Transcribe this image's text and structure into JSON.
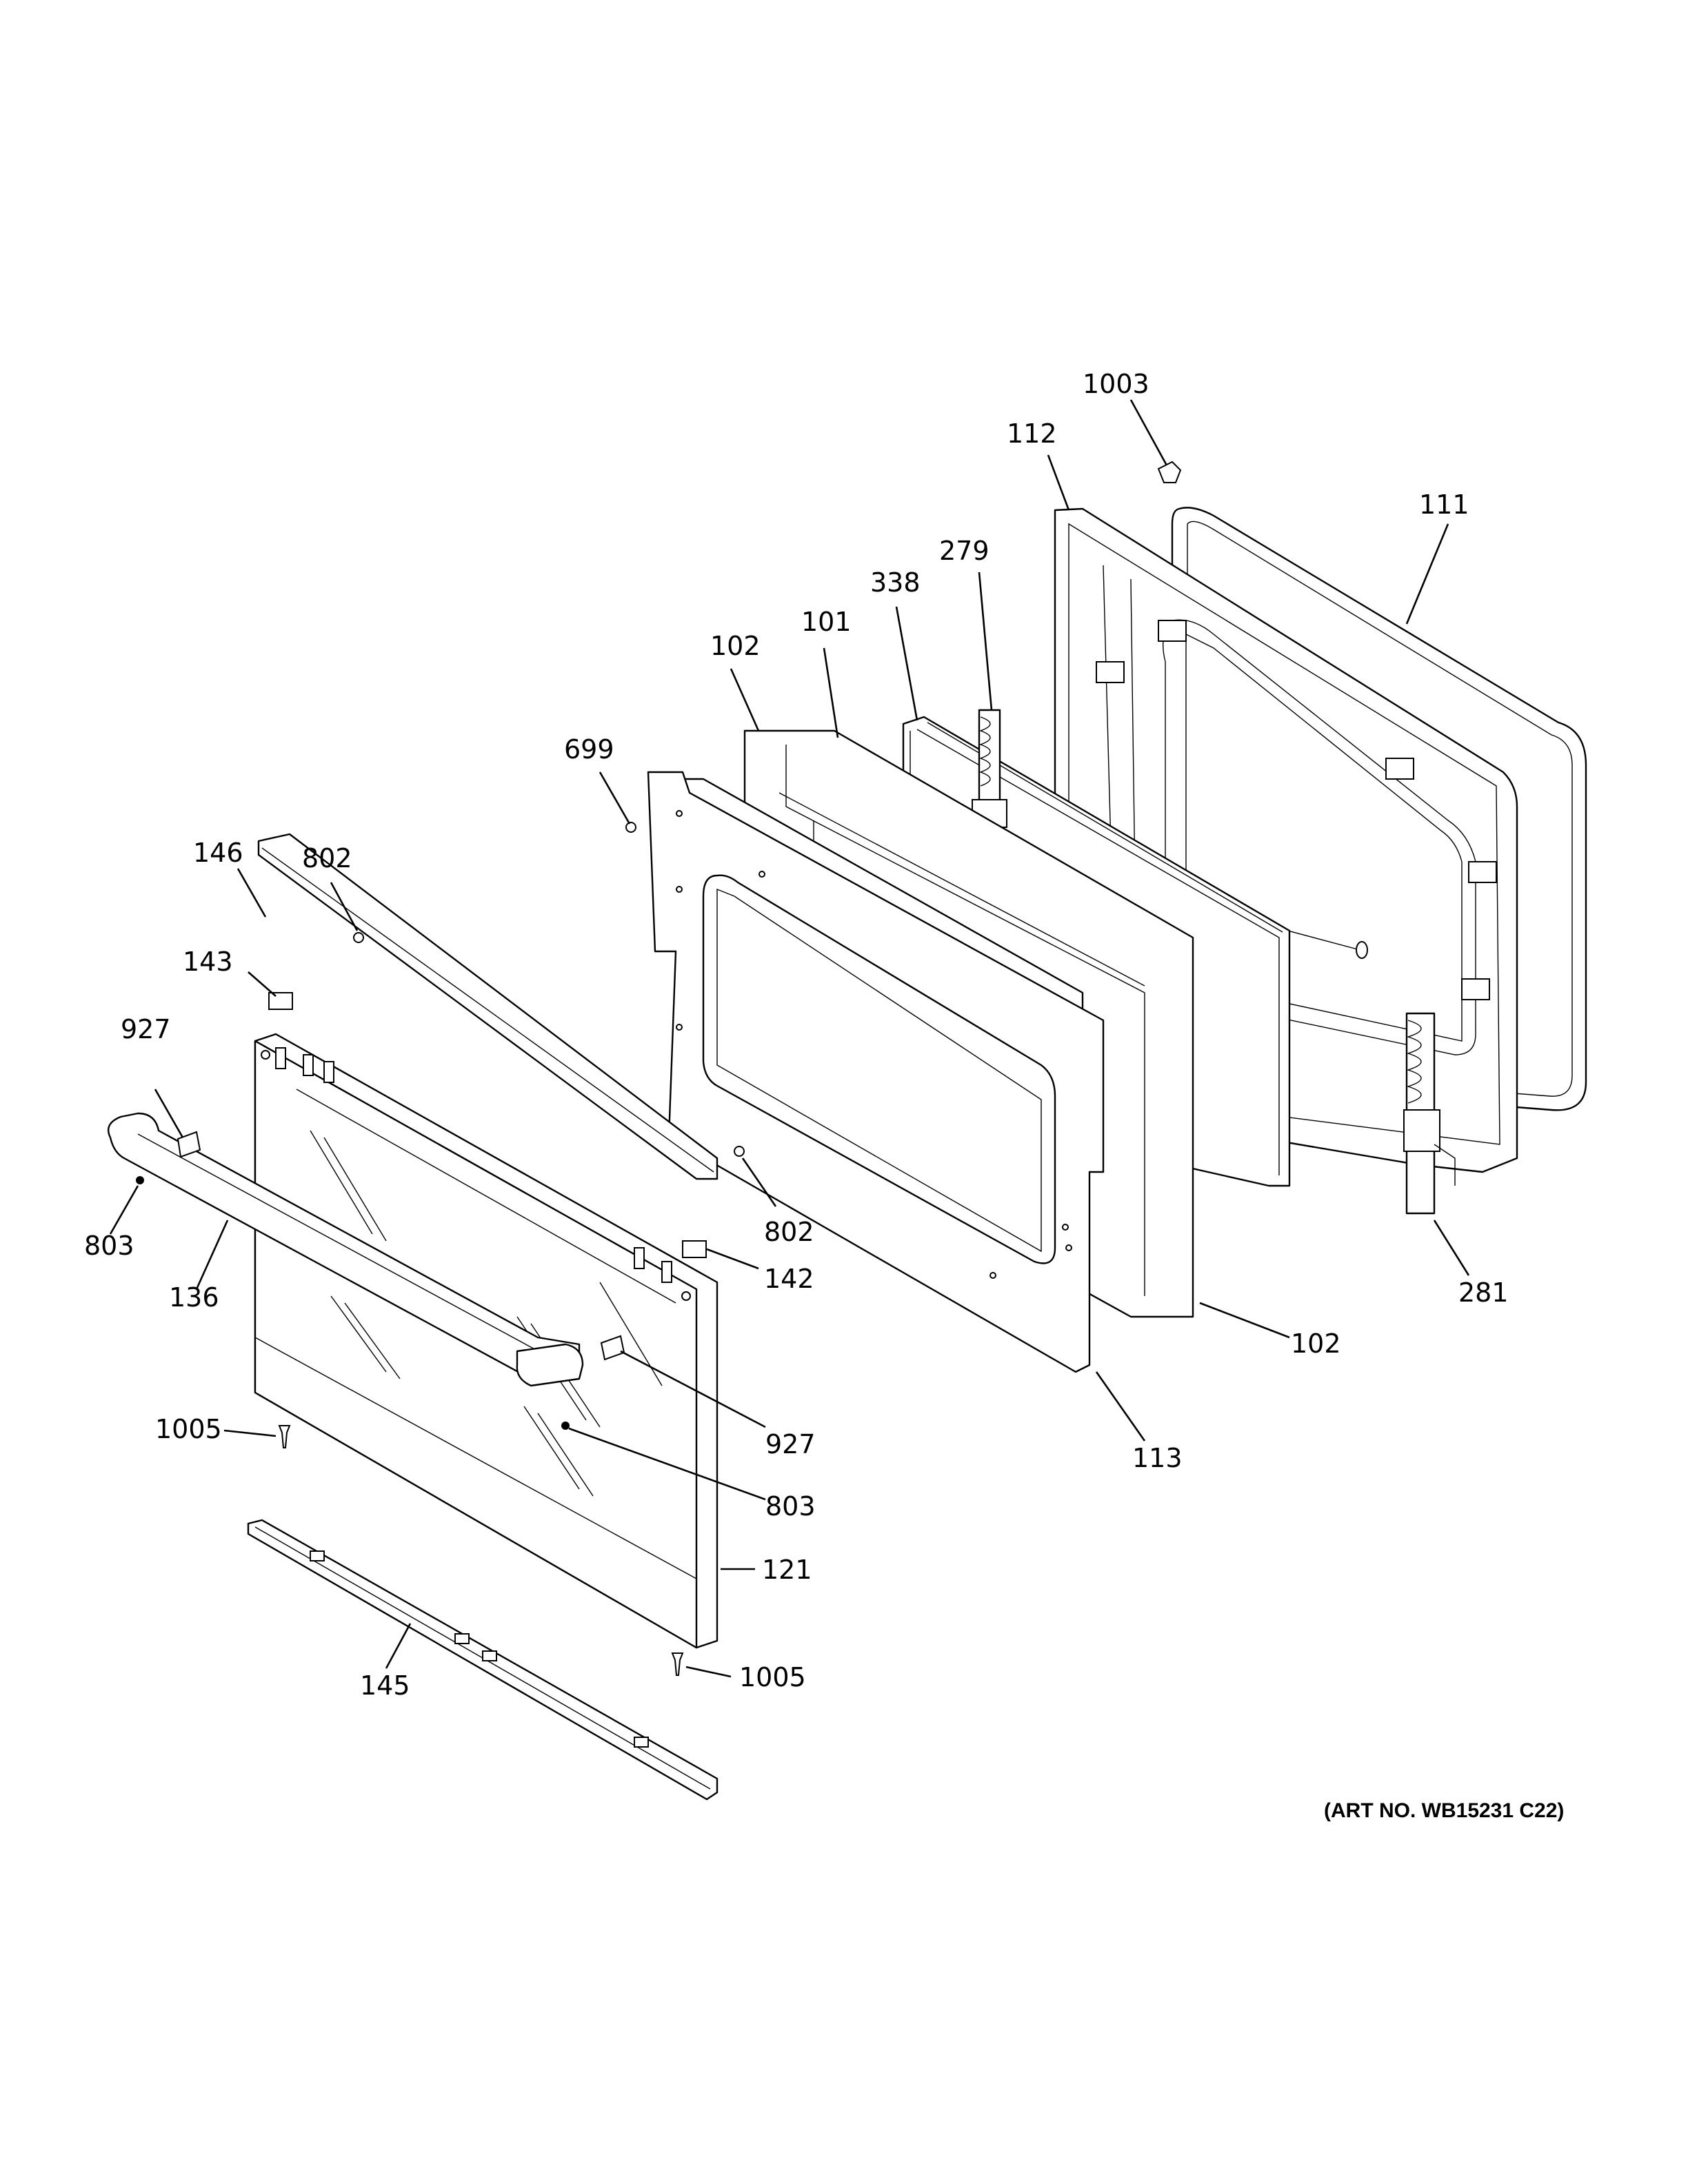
{
  "art_number": "(ART NO. WB15231 C22)",
  "callouts": [
    {
      "id": "c1003",
      "text": "1003"
    },
    {
      "id": "c112",
      "text": "112"
    },
    {
      "id": "c111",
      "text": "111"
    },
    {
      "id": "c279",
      "text": "279"
    },
    {
      "id": "c338",
      "text": "338"
    },
    {
      "id": "c101",
      "text": "101"
    },
    {
      "id": "c102a",
      "text": "102"
    },
    {
      "id": "c699",
      "text": "699"
    },
    {
      "id": "c146",
      "text": "146"
    },
    {
      "id": "c802a",
      "text": "802"
    },
    {
      "id": "c143",
      "text": "143"
    },
    {
      "id": "c927a",
      "text": "927"
    },
    {
      "id": "c803a",
      "text": "803"
    },
    {
      "id": "c136",
      "text": "136"
    },
    {
      "id": "c802b",
      "text": "802"
    },
    {
      "id": "c142",
      "text": "142"
    },
    {
      "id": "c102b",
      "text": "102"
    },
    {
      "id": "c281",
      "text": "281"
    },
    {
      "id": "c113",
      "text": "113"
    },
    {
      "id": "c927b",
      "text": "927"
    },
    {
      "id": "c1005a",
      "text": "1005"
    },
    {
      "id": "c803b",
      "text": "803"
    },
    {
      "id": "c121",
      "text": "121"
    },
    {
      "id": "c145",
      "text": "145"
    },
    {
      "id": "c1005b",
      "text": "1005"
    }
  ]
}
